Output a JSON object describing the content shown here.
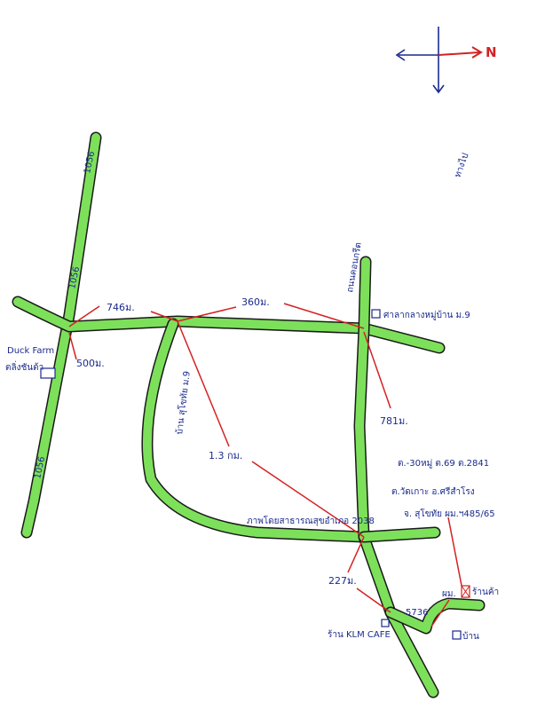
{
  "compass": {
    "north_label": "N"
  },
  "scribble": "ทางไป",
  "roads": {
    "road_1056_top": "1056",
    "road_1056_mid": "1056",
    "road_1056_bottom": "1056"
  },
  "places": {
    "duck_farm": "Duck Farm",
    "duck_farm_thai": "ตลิ่งชันต้า",
    "meeting_hall": "ศาลากลางหมู่บ้าน ม.9",
    "village_rd": "บ้าน สุโขทัย ม.9",
    "concrete_rd": "ถนนคอนกรีต",
    "bank": "ภาพโดยสาธารณสุขอำเภอ 2038",
    "cafe": "ร้าน KLM CAFE",
    "road_5736": "5736",
    "mp": "ผม.",
    "shop": "ร้านค้า",
    "home": "บ้าน",
    "address_line1": "ต.-30หมู่ ต.69 ต.2841",
    "address_line2": "ต.วัดเกาะ อ.ศรีสำโรง",
    "address_line3": "จ. สุโขทัย ผม.ฯ485/65"
  },
  "distances": {
    "d746": "746ม.",
    "d360": "360ม.",
    "d500": "500ม.",
    "d781": "781ม.",
    "d13": "1.3 กม.",
    "d227": "227ม."
  }
}
